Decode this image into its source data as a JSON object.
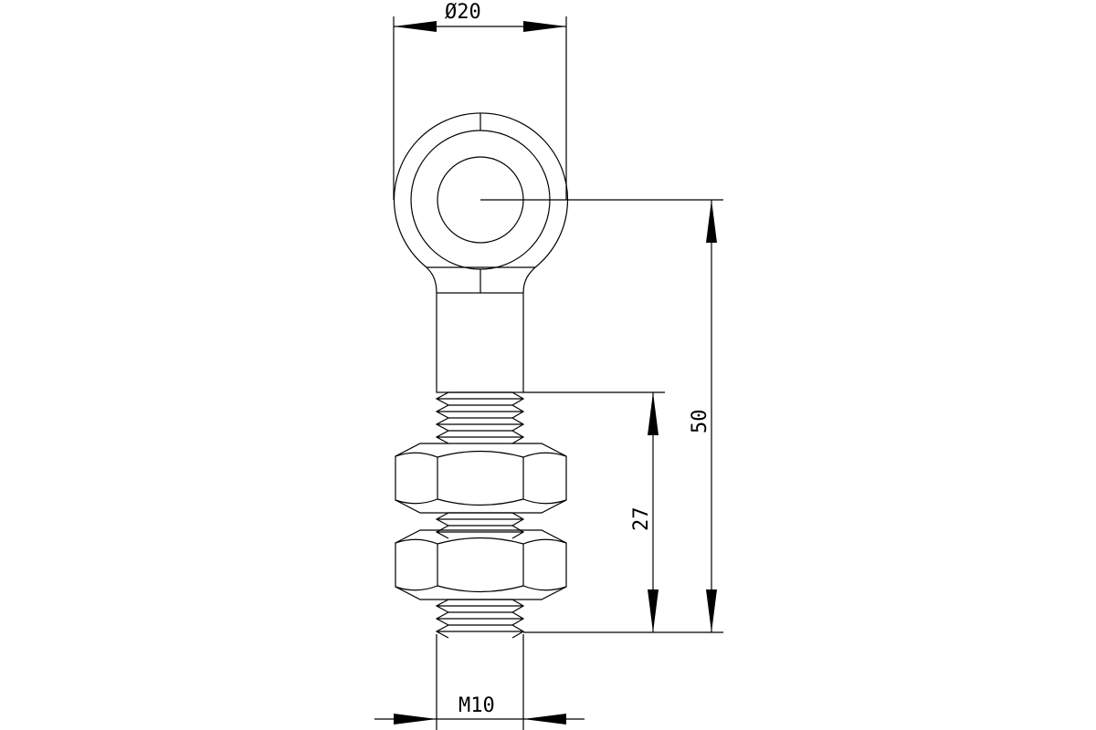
{
  "dimensions": {
    "eye_diameter": "Ø20",
    "overall_length": "50",
    "thread_length": "27",
    "thread_size": "M10"
  },
  "colors": {
    "line": "#000000",
    "background": "#ffffff"
  }
}
